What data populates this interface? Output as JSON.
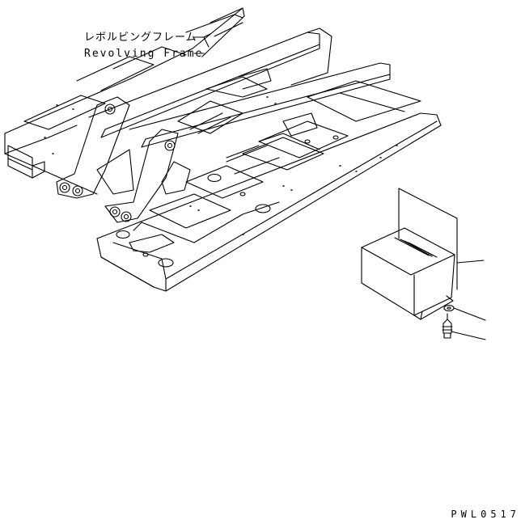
{
  "labels": {
    "part_name_jp": "レボルビングフレーム",
    "part_name_en": "Revolving Frame"
  },
  "figure_code": "PWL0517",
  "colors": {
    "line": "#000000",
    "background": "#ffffff"
  }
}
